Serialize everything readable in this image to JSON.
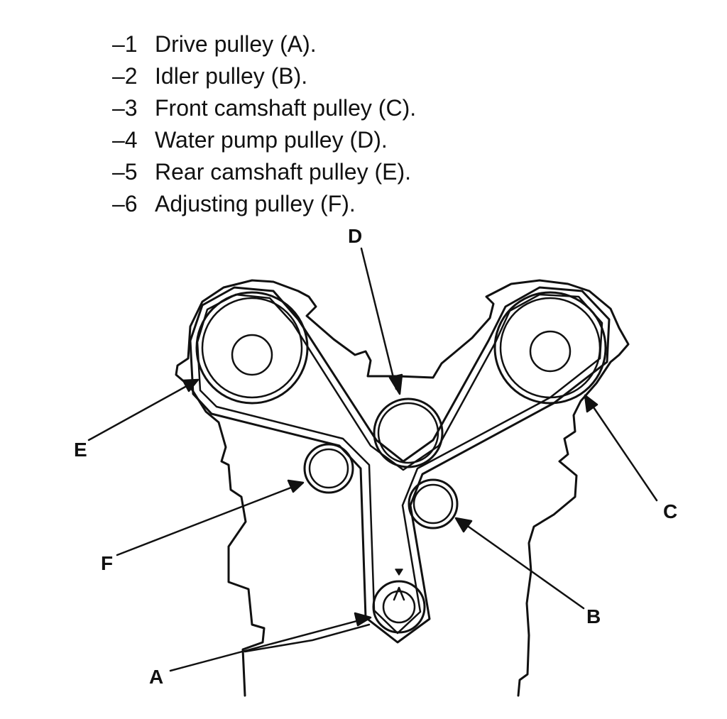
{
  "steps": [
    {
      "number": "–1",
      "text": "Drive pulley (A)."
    },
    {
      "number": "–2",
      "text": "Idler pulley (B)."
    },
    {
      "number": "–3",
      "text": "Front camshaft pulley (C)."
    },
    {
      "number": "–4",
      "text": "Water pump pulley (D)."
    },
    {
      "number": "–5",
      "text": "Rear camshaft pulley (E)."
    },
    {
      "number": "–6",
      "text": "Adjusting pulley (F)."
    }
  ],
  "callouts": {
    "A": "A",
    "B": "B",
    "C": "C",
    "D": "D",
    "E": "E",
    "F": "F"
  },
  "colors": {
    "ink": "#111111",
    "paper": "#ffffff"
  }
}
